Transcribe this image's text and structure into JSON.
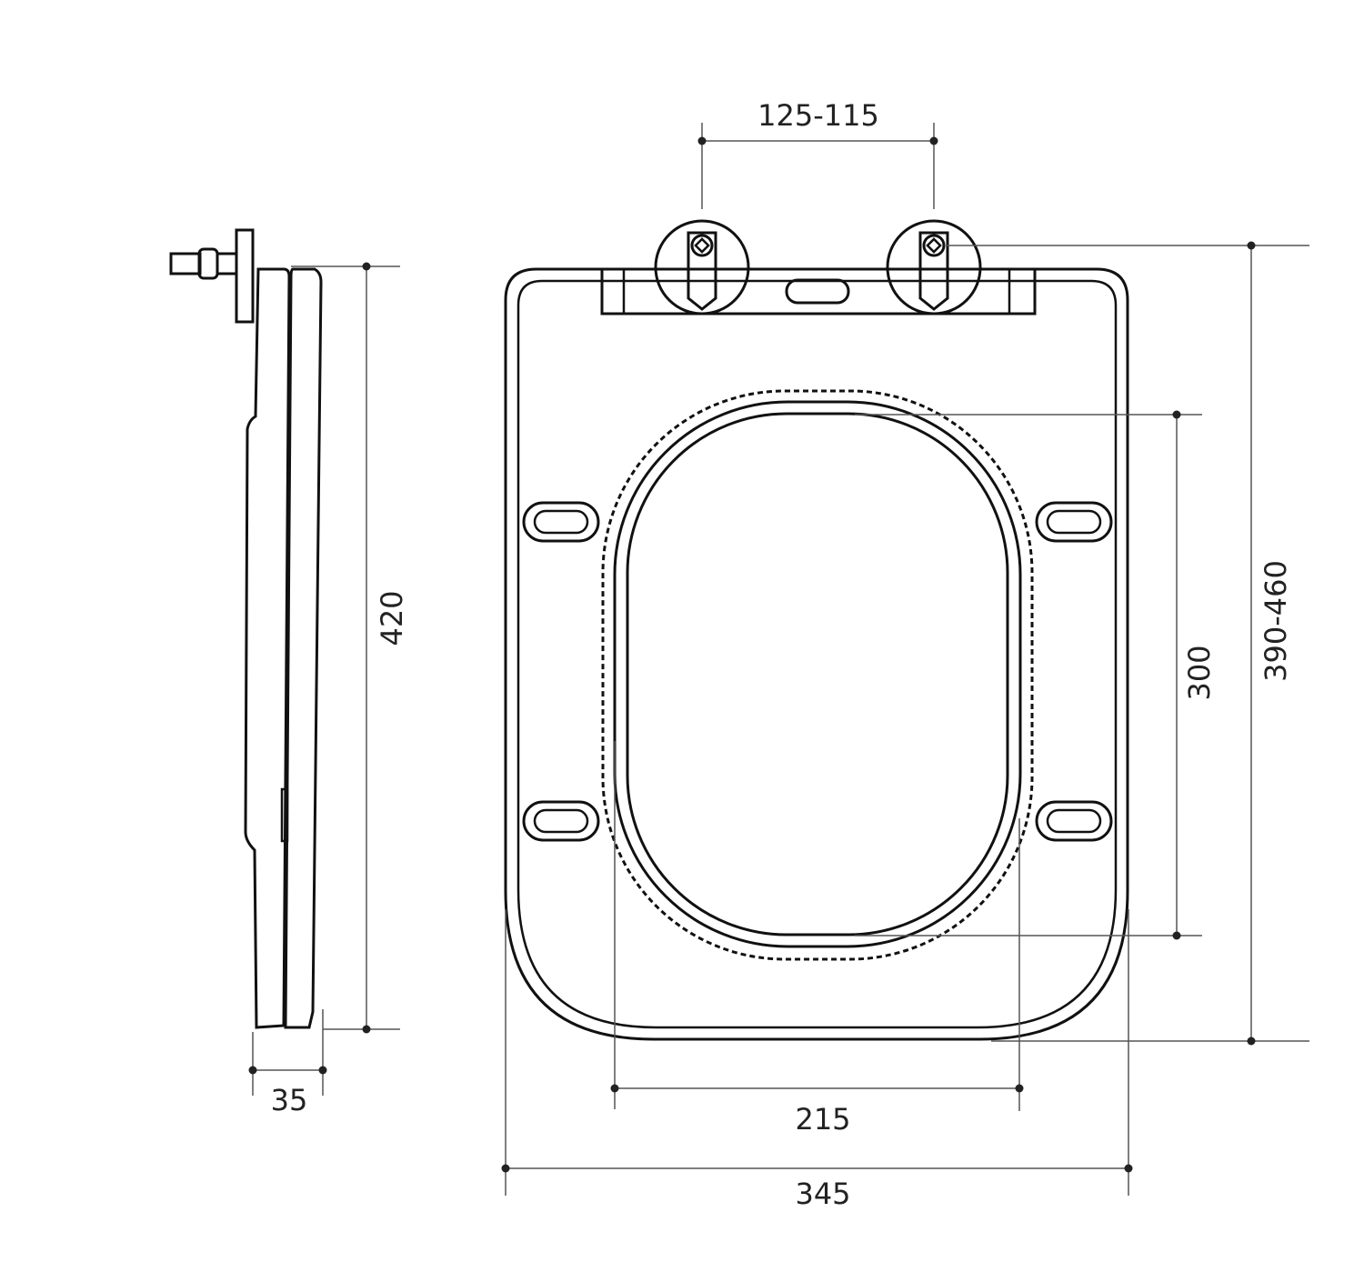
{
  "dimensions": {
    "hinge_spacing": "125-115",
    "fixing_length": "390-460",
    "opening_length": "300",
    "opening_width": "215",
    "seat_width": "345",
    "seat_length": "420",
    "seat_thickness": "35"
  },
  "colors": {
    "line": "#111111",
    "dimension": "#555555"
  }
}
